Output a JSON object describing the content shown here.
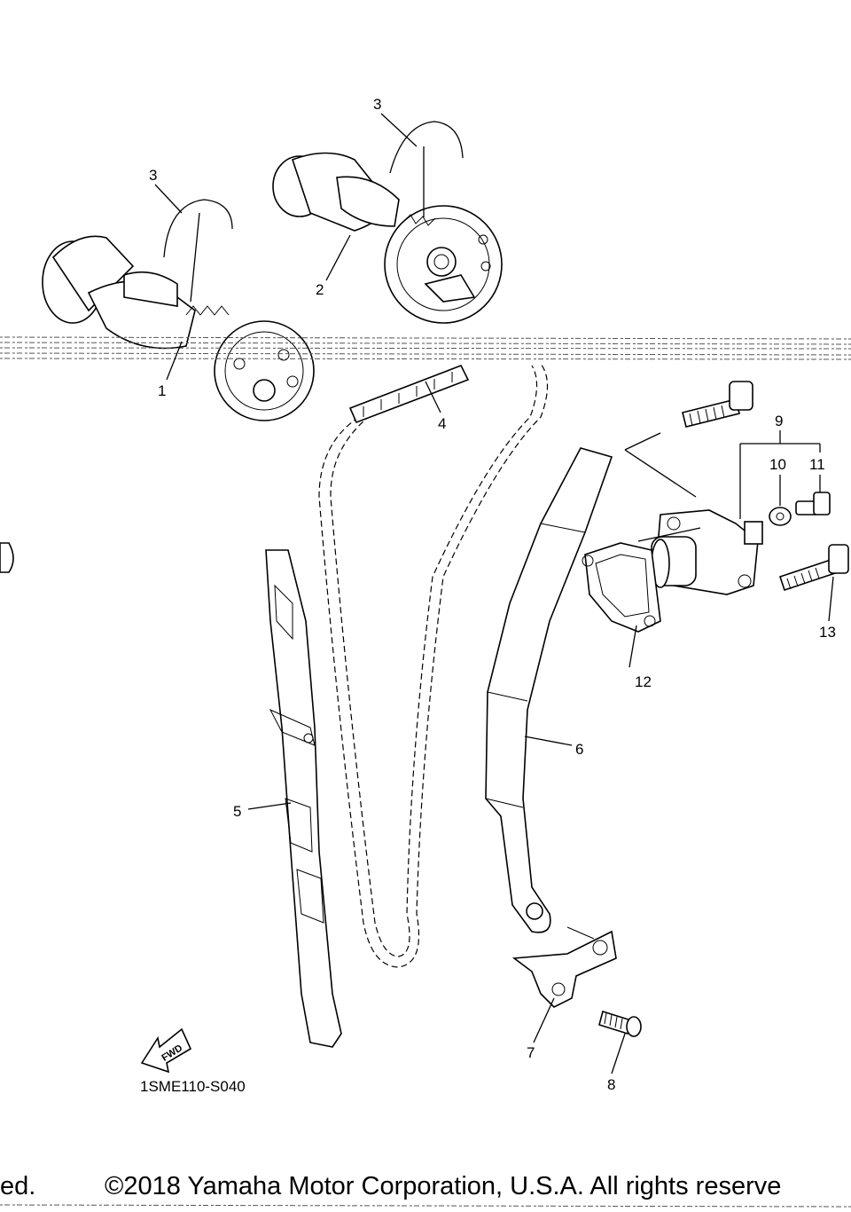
{
  "diagram": {
    "drawing_code": "1SME110-S040",
    "copyright_left": "ed.",
    "copyright": "©2018 Yamaha Motor Corporation, U.S.A. All rights reserve",
    "fwd_arrow_label": "FWD",
    "callouts": [
      {
        "id": "c-1",
        "text": "1"
      },
      {
        "id": "c-2",
        "text": "2"
      },
      {
        "id": "c-3a",
        "text": "3"
      },
      {
        "id": "c-3b",
        "text": "3"
      },
      {
        "id": "c-4",
        "text": "4"
      },
      {
        "id": "c-5",
        "text": "5"
      },
      {
        "id": "c-6",
        "text": "6"
      },
      {
        "id": "c-7",
        "text": "7"
      },
      {
        "id": "c-8",
        "text": "8"
      },
      {
        "id": "c-9",
        "text": "9"
      },
      {
        "id": "c-10",
        "text": "10"
      },
      {
        "id": "c-11",
        "text": "11"
      },
      {
        "id": "c-12",
        "text": "12"
      },
      {
        "id": "c-13",
        "text": "13"
      }
    ]
  }
}
